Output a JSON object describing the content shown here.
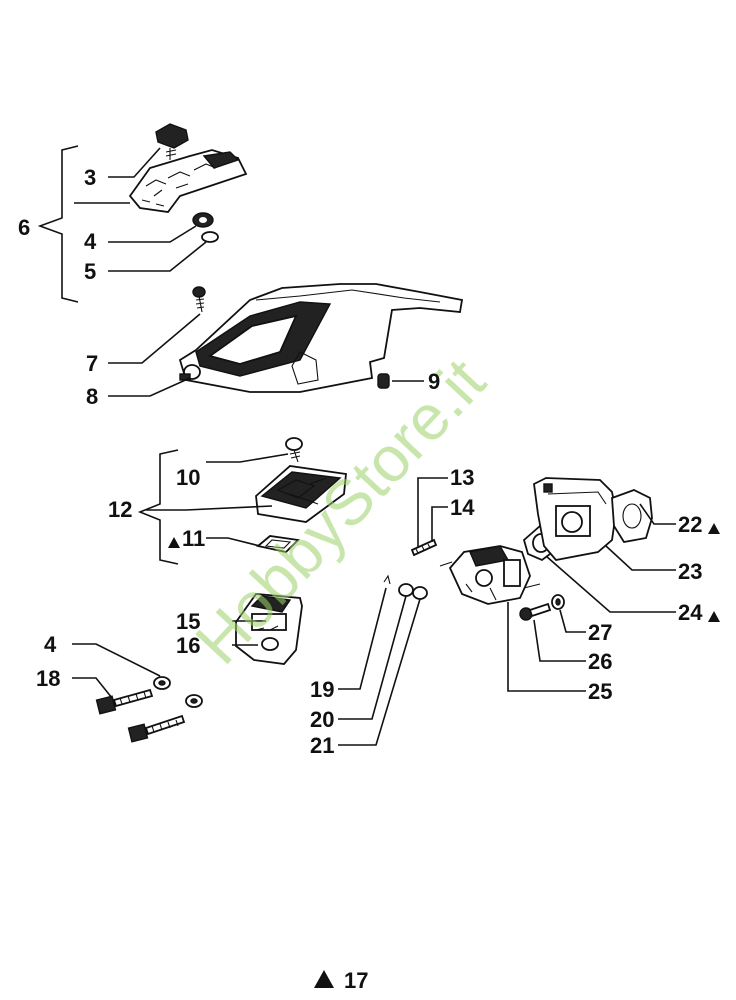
{
  "labels": {
    "n3": "3",
    "n4a": "4",
    "n5": "5",
    "n6": "6",
    "n7": "7",
    "n8": "8",
    "n9": "9",
    "n10": "10",
    "n11": "11",
    "n12": "12",
    "n13": "13",
    "n14": "14",
    "n15": "15",
    "n16": "16",
    "n4b": "4",
    "n18": "18",
    "n19": "19",
    "n20": "20",
    "n21": "21",
    "n22": "22",
    "n23": "23",
    "n24": "24",
    "n25": "25",
    "n26": "26",
    "n27": "27"
  },
  "footer": {
    "page_number": "17"
  },
  "watermark": {
    "text": "HobbyStore.it",
    "color": "#9cd36a"
  }
}
